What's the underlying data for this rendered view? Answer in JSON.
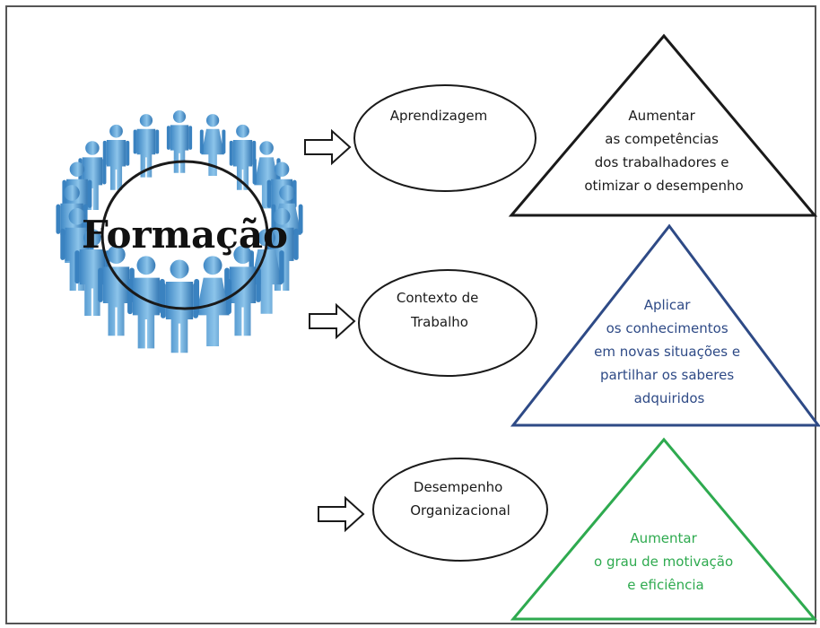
{
  "hub": {
    "title": "Formação"
  },
  "rows": [
    {
      "stage": {
        "lines": [
          "Aprendizagem"
        ]
      },
      "outcome": {
        "lines": [
          "Aumentar",
          "as competências",
          "dos trabalhadores e",
          "otimizar o desempenho"
        ],
        "color": "#1a1a1a",
        "text_color": "#1a1a1a"
      }
    },
    {
      "stage": {
        "lines": [
          "Contexto de",
          "Trabalho"
        ]
      },
      "outcome": {
        "lines": [
          "Aplicar",
          "os conhecimentos",
          "em novas situações e",
          "partilhar os saberes",
          "adquiridos"
        ],
        "color": "#2e4a86",
        "text_color": "#2e4a86"
      }
    },
    {
      "stage": {
        "lines": [
          "Desempenho",
          "Organizacional"
        ]
      },
      "outcome": {
        "lines": [
          "Aumentar",
          "o grau de motivação",
          "e  eficiência"
        ],
        "color": "#2eaa4f",
        "text_color": "#2eaa4f"
      }
    }
  ],
  "colors": {
    "people": "#5ba3d6",
    "people_dark": "#2f6fa8",
    "ring": "#1a1a1a",
    "arrow": "#1a1a1a"
  }
}
